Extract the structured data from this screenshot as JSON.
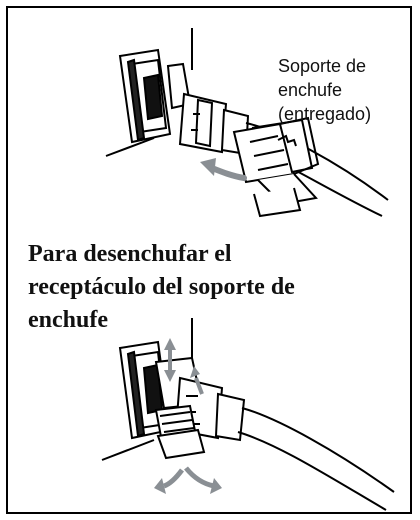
{
  "page": {
    "callout": {
      "line1": "Soporte de",
      "line2": "enchufe",
      "line3": "(entregado)"
    },
    "heading": {
      "line1": "Para desenchufar el",
      "line2": "receptáculo del soporte de",
      "line3": "enchufe"
    }
  },
  "colors": {
    "line": "#000000",
    "arrow": "#8a8f94"
  },
  "icons": {
    "top": "plug-holder-insertion-icon",
    "bottom": "plug-release-icon"
  }
}
